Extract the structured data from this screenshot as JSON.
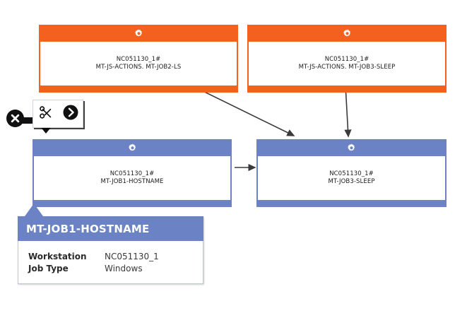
{
  "canvas": {
    "background": "#ffffff",
    "orange": "#F4601E",
    "blue": "#6B83C4"
  },
  "nodes": [
    {
      "id": "job2-ls",
      "color": "orange",
      "icon": "gear-icon",
      "line1": "NC051130_1#",
      "line2": "MT-JS-ACTIONS. MT-JOB2-LS"
    },
    {
      "id": "job3-sleep-top",
      "color": "orange",
      "icon": "gear-icon",
      "line1": "NC051130_1#",
      "line2": "MT-JS-ACTIONS. MT-JOB3-SLEEP"
    },
    {
      "id": "job1-hostname",
      "color": "blue",
      "icon": "gear-icon",
      "line1": "NC051130_1#",
      "line2": "MT-JOB1-HOSTNAME"
    },
    {
      "id": "job3-sleep-bottom",
      "color": "blue",
      "icon": "gear-icon",
      "line1": "NC051130_1#",
      "line2": "MT-JOB3-SLEEP"
    }
  ],
  "toolbar": {
    "cut_icon": "scissors-icon",
    "run_icon": "chevron-right-circle-icon",
    "close_icon": "close-circle-icon"
  },
  "info_card": {
    "title": "MT-JOB1-HOSTNAME",
    "rows": [
      {
        "key": "Workstation",
        "value": "NC051130_1"
      },
      {
        "key": "Job Type",
        "value": "Windows"
      }
    ]
  }
}
